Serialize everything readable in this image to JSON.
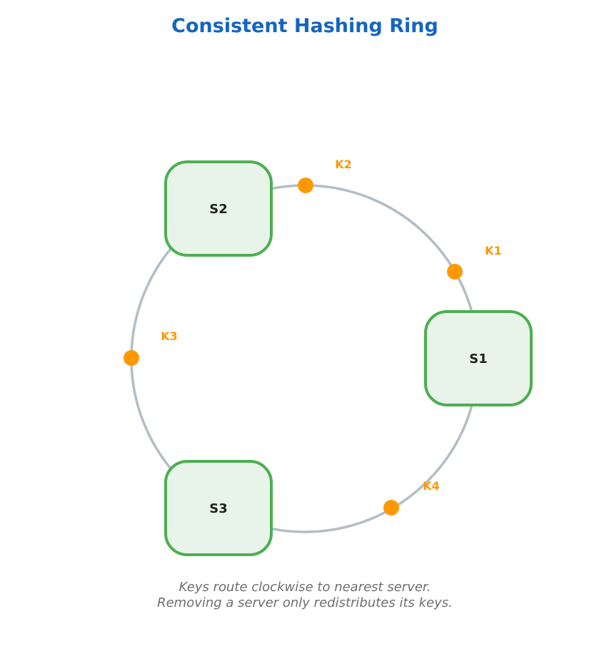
{
  "title": "Consistent Hashing Ring",
  "servers": [
    {
      "label": "S1"
    },
    {
      "label": "S2"
    },
    {
      "label": "S3"
    }
  ],
  "keys": [
    {
      "label": "K1"
    },
    {
      "label": "K2"
    },
    {
      "label": "K3"
    },
    {
      "label": "K4"
    }
  ],
  "caption": {
    "line1": "Keys route clockwise to nearest server.",
    "line2": "Removing a server only redistributes its keys."
  },
  "colors": {
    "title": "#1565c0",
    "ring": "#b3bdc6",
    "server_fill": "#e8f4e9",
    "server_border": "#4caf50",
    "key": "#ff9800",
    "server_label": "#1f1f1f",
    "caption": "#6e6e6e"
  }
}
